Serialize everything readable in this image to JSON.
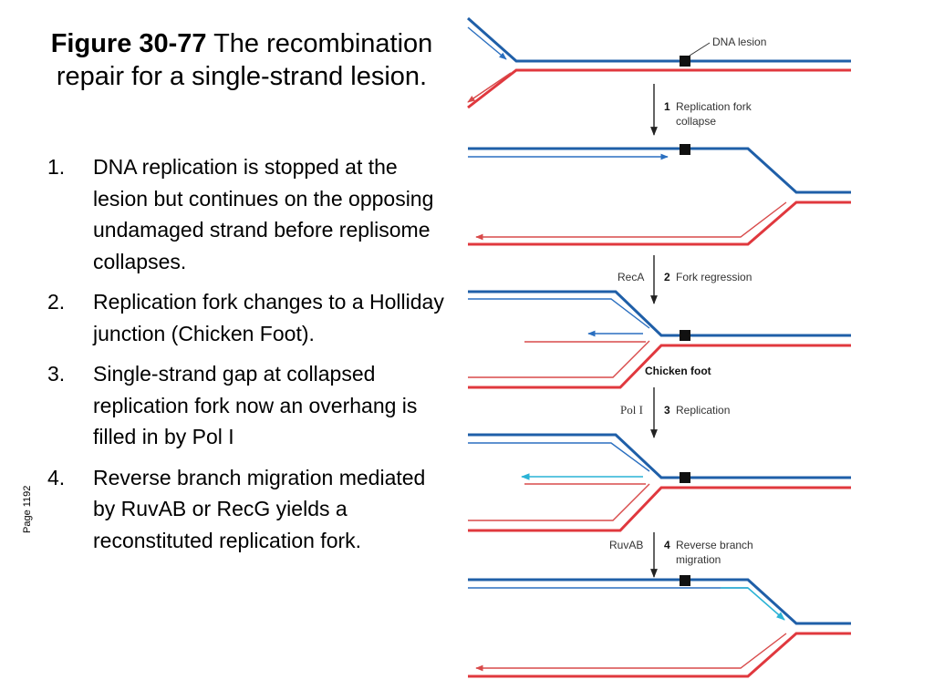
{
  "slide": {
    "title_bold": "Figure 30-77",
    "title_rest": "The recombination repair for a single-strand lesion.",
    "page_label": "Page 1192",
    "steps": [
      {
        "num": "1.",
        "text": "DNA replication is stopped at the lesion but continues on the opposing undamaged strand before replisome collapses."
      },
      {
        "num": "2.",
        "text": "Replication fork changes to a Holliday junction (Chicken Foot)."
      },
      {
        "num": "3.",
        "text": "Single-strand gap at collapsed replication fork now an overhang is filled in by Pol I"
      },
      {
        "num": "4.",
        "text": "Reverse branch migration mediated by RuvAB or RecG yields a reconstituted replication fork."
      }
    ]
  },
  "diagram": {
    "lesion_label": "DNA lesion",
    "step1": {
      "num": "1",
      "line1": "Replication fork",
      "line2": "collapse"
    },
    "step2": {
      "num": "2",
      "label": "Fork regression",
      "enzyme": "RecA"
    },
    "chicken_foot": "Chicken foot",
    "step3": {
      "num": "3",
      "label": "Replication",
      "enzyme": "Pol I"
    },
    "step4": {
      "num": "4",
      "line1": "Reverse branch",
      "line2": "migration",
      "enzyme": "RuvAB"
    },
    "colors": {
      "parent_blue": "#1f5fa8",
      "parent_red": "#e0383e",
      "new_blue": "#2a6fc0",
      "new_red": "#d84a4a",
      "cyan": "#2ab3d6",
      "lesion": "#111111"
    }
  }
}
